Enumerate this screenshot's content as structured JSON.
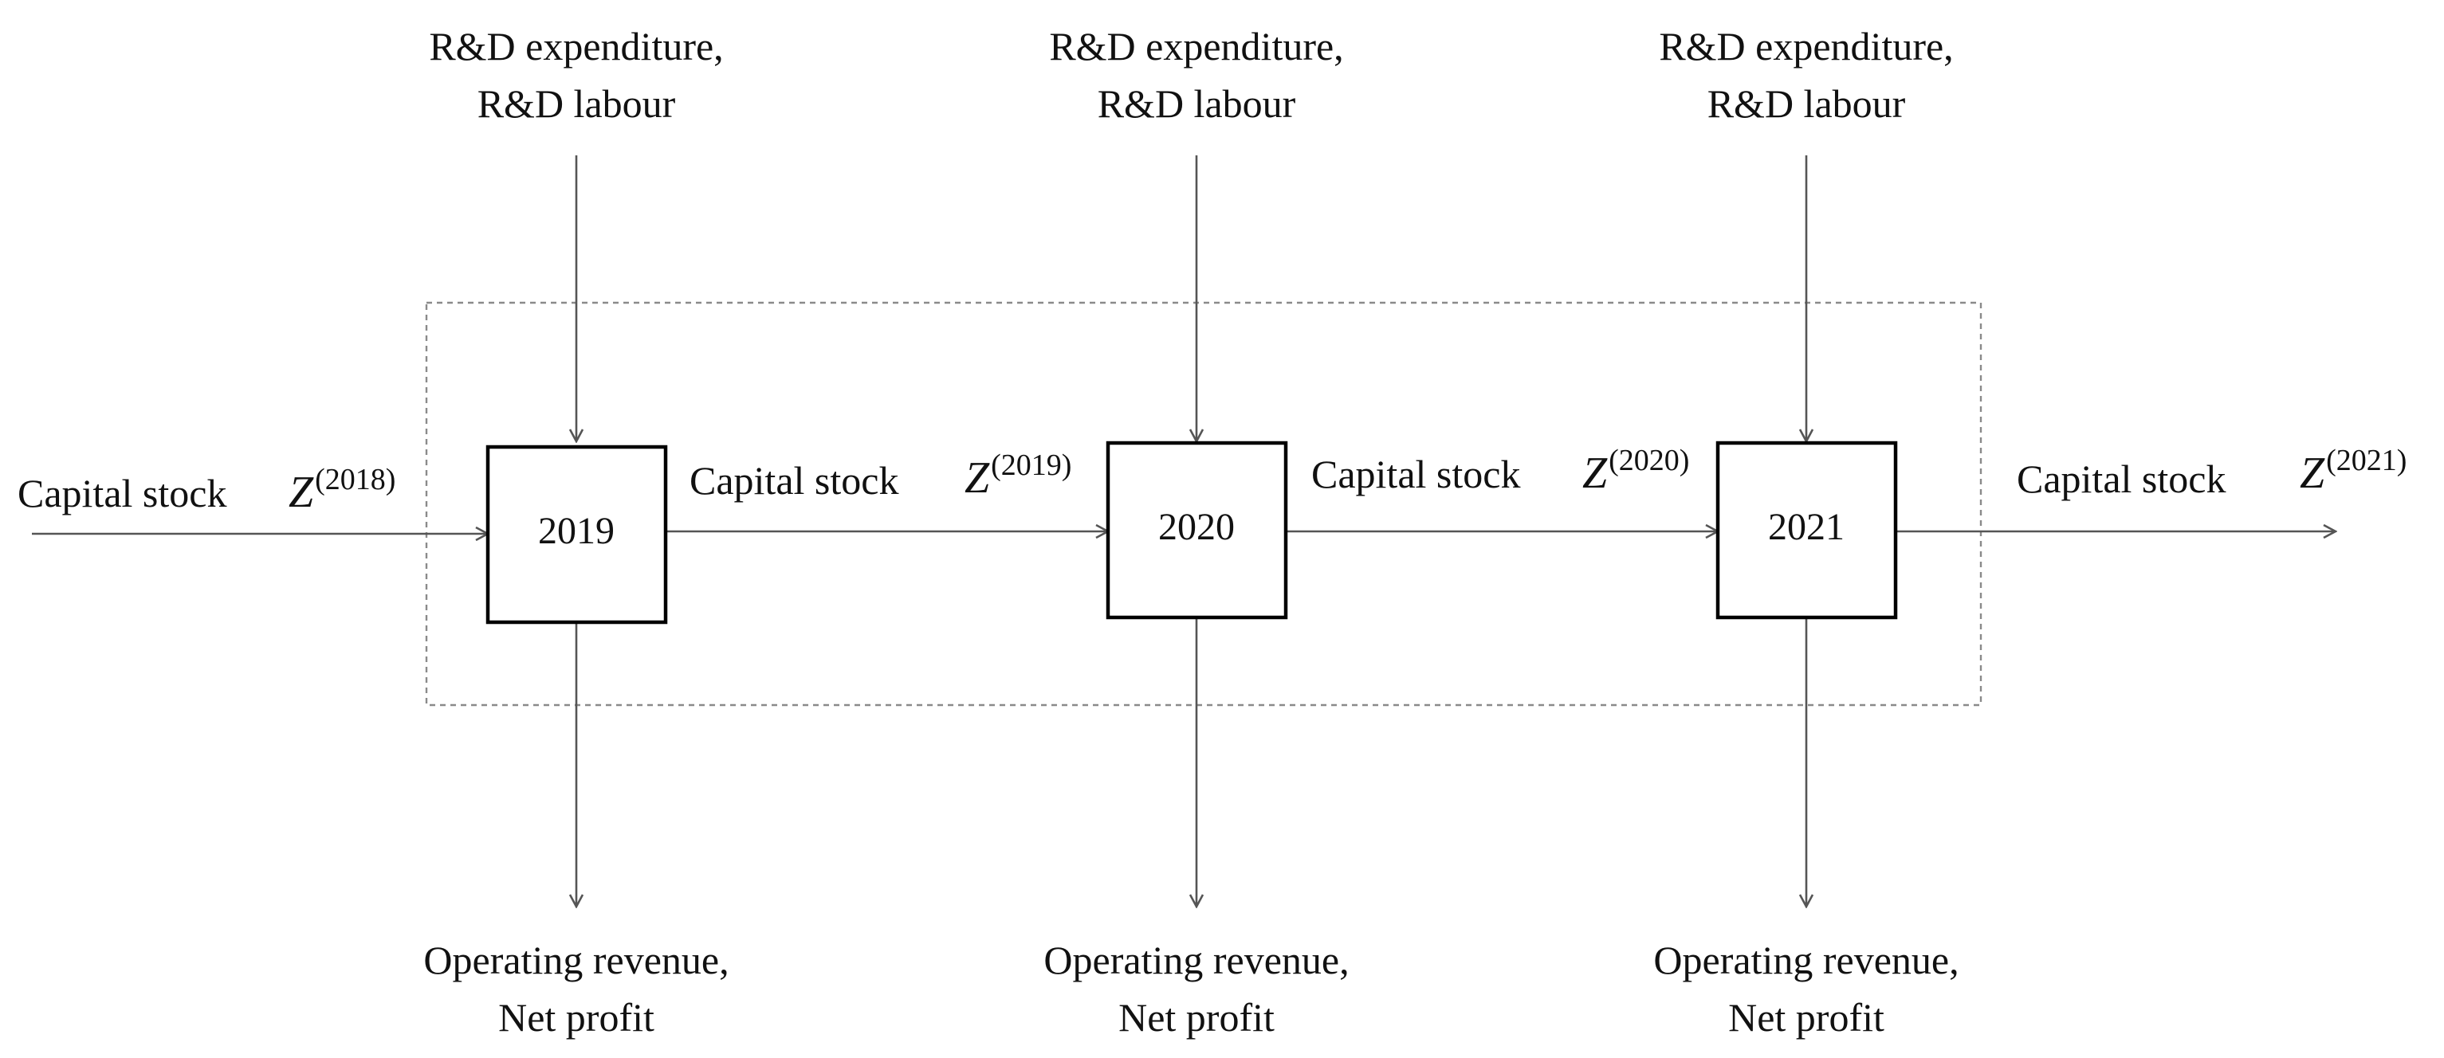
{
  "periods": [
    {
      "year": "2019",
      "input_lines": [
        "R&D expenditure,",
        "R&D labour"
      ],
      "output_lines": [
        "Operating revenue,",
        "Net profit"
      ]
    },
    {
      "year": "2020",
      "input_lines": [
        "R&D expenditure,",
        "R&D labour"
      ],
      "output_lines": [
        "Operating revenue,",
        "Net profit"
      ]
    },
    {
      "year": "2021",
      "input_lines": [
        "R&D expenditure,",
        "R&D labour"
      ],
      "output_lines": [
        "Operating revenue,",
        "Net profit"
      ]
    }
  ],
  "capital_links": [
    {
      "label": "Capital stock",
      "symbol": "Z",
      "superscript": "(2018)"
    },
    {
      "label": "Capital stock",
      "symbol": "Z",
      "superscript": "(2019)"
    },
    {
      "label": "Capital stock",
      "symbol": "Z",
      "superscript": "(2020)"
    },
    {
      "label": "Capital stock",
      "symbol": "Z",
      "superscript": "(2021)"
    }
  ]
}
